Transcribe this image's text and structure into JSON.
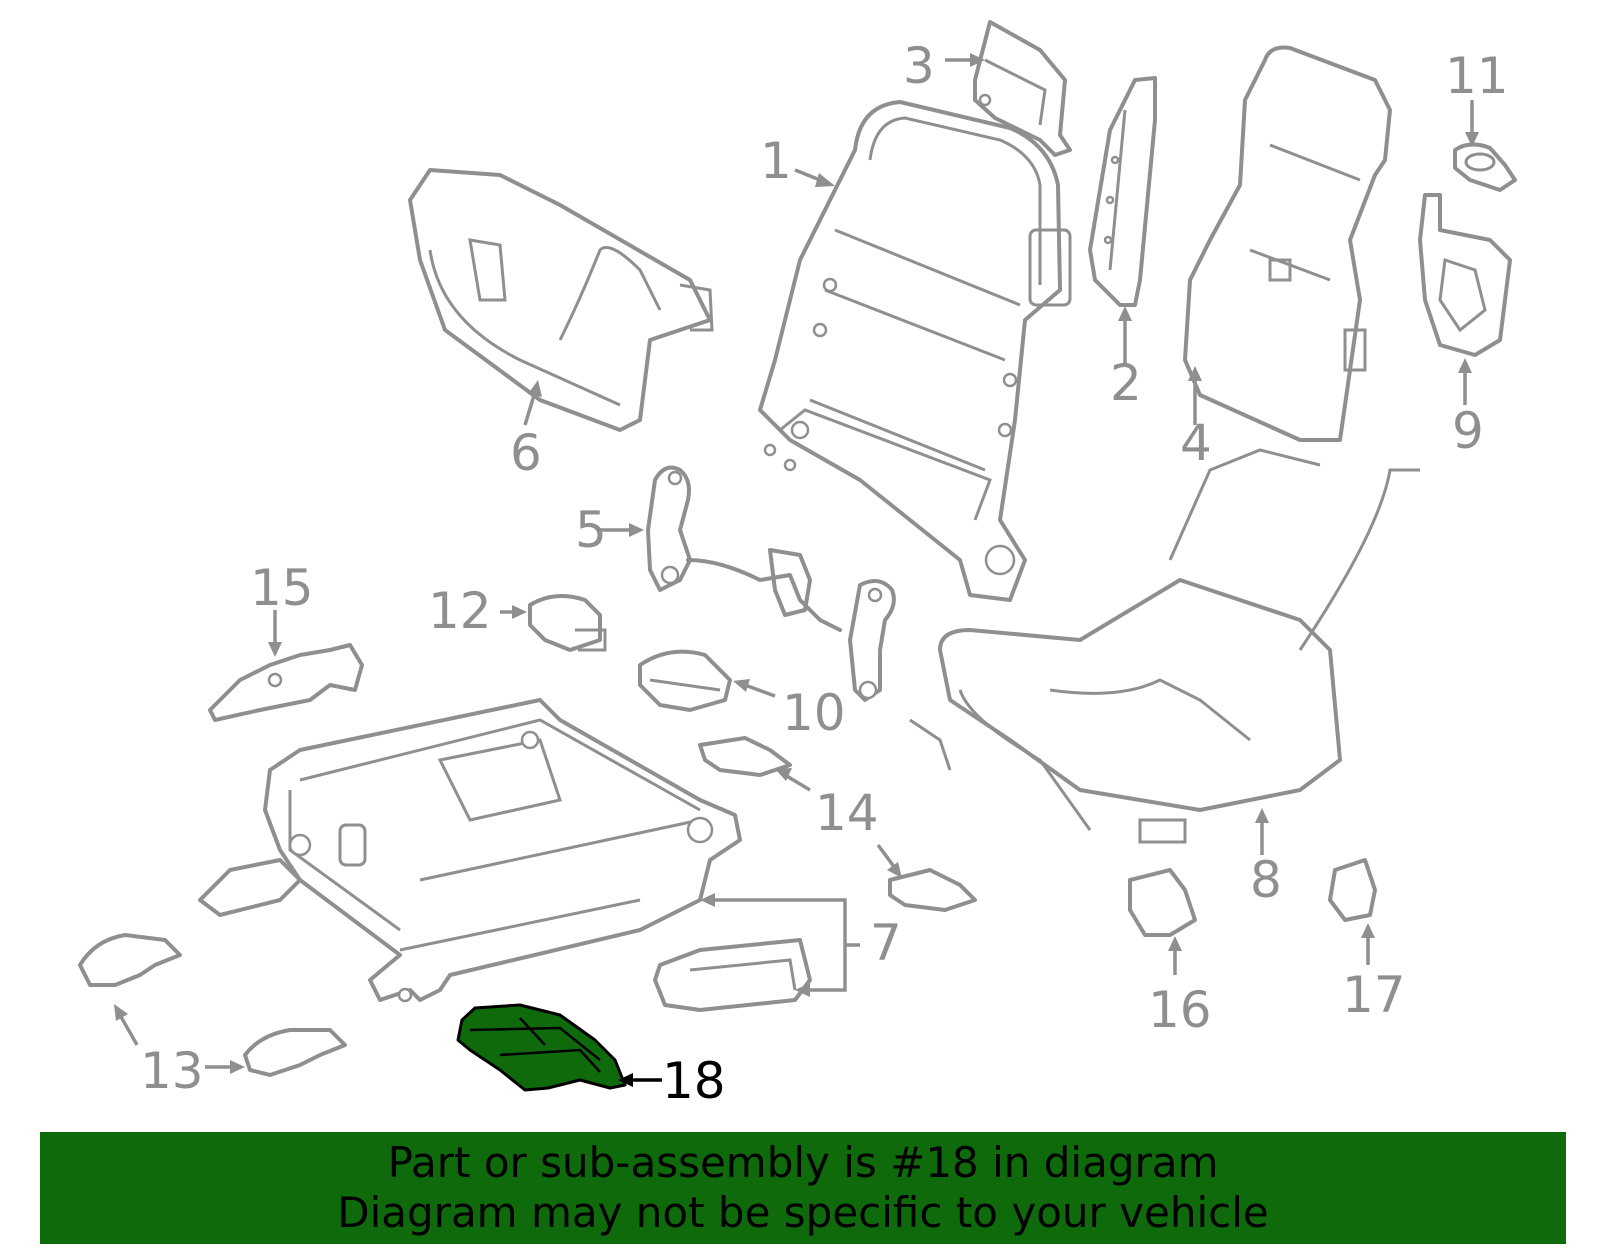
{
  "diagram": {
    "callouts": [
      "1",
      "2",
      "3",
      "4",
      "5",
      "6",
      "7",
      "8",
      "9",
      "10",
      "11",
      "12",
      "13",
      "14",
      "15",
      "16",
      "17",
      "18"
    ],
    "highlighted_callout": "18",
    "colors": {
      "line": "#8f8f8f",
      "highlight_fill": "#0f6a0b",
      "highlight_label": "#000000"
    }
  },
  "banner": {
    "line1": "Part or sub-assembly is #18 in diagram",
    "line2": "Diagram may not be specific to your vehicle",
    "background": "#0f6a0b"
  }
}
